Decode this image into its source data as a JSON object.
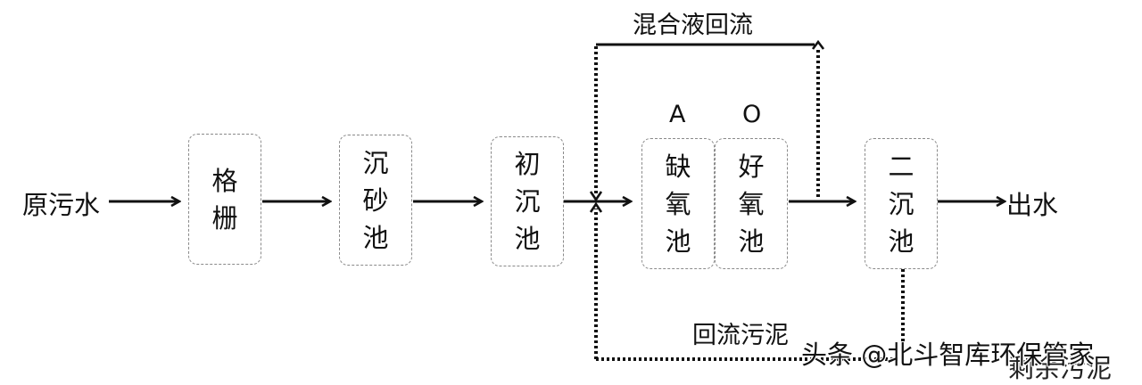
{
  "diagram": {
    "type": "process-flow",
    "title": "A/O process flow",
    "input_label": "原污水",
    "output_label": "出水",
    "stages": [
      {
        "id": "grille",
        "chars": [
          "格",
          "栅"
        ]
      },
      {
        "id": "grit-chamber",
        "chars": [
          "沉",
          "砂",
          "池"
        ]
      },
      {
        "id": "primary-clarifier",
        "chars": [
          "初",
          "沉",
          "池"
        ]
      },
      {
        "id": "anoxic-tank",
        "chars": [
          "缺",
          "氧",
          "池"
        ],
        "tag": "A"
      },
      {
        "id": "aerobic-tank",
        "chars": [
          "好",
          "氧",
          "池"
        ],
        "tag": "O"
      },
      {
        "id": "secondary-clarifier",
        "chars": [
          "二",
          "沉",
          "池"
        ]
      }
    ],
    "recycle_flows": [
      {
        "id": "mixed-liquor-return",
        "label": "混合液回流",
        "from": "aerobic-tank outlet",
        "to": "anoxic-tank inlet"
      },
      {
        "id": "return-sludge",
        "label": "回流污泥",
        "from": "secondary-clarifier",
        "to": "anoxic-tank inlet"
      }
    ],
    "excess_sludge_label": "剩余污泥",
    "watermark": "头条 @北斗智库环保管家"
  },
  "colors": {
    "line": "#111111",
    "box_border": "#8a8a8a",
    "background": "#ffffff"
  }
}
